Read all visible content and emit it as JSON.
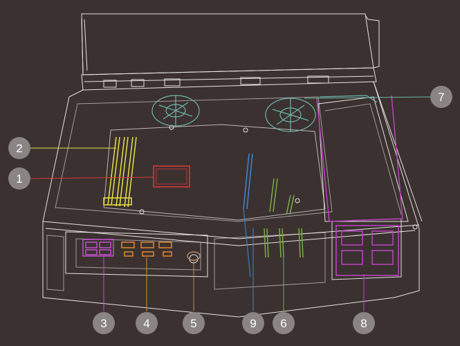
{
  "colors": {
    "background": "#3a3130",
    "outline": "#e8e4e2",
    "fan": "#6fb7ac",
    "badge": "#8a8483",
    "badge_text": "#ffffff"
  },
  "callouts": [
    {
      "label": "1",
      "color": "#e03a3a",
      "target": "cpu"
    },
    {
      "label": "2",
      "color": "#e9e142",
      "target": "dimm-slots"
    },
    {
      "label": "3",
      "color": "#c64fd0",
      "target": "io-usb-lan"
    },
    {
      "label": "4",
      "color": "#e7882c",
      "target": "io-video-ports"
    },
    {
      "label": "5",
      "color": "#b28a6a",
      "target": "power-button"
    },
    {
      "label": "6",
      "color": "#7fae43",
      "target": "pcie-slots"
    },
    {
      "label": "7",
      "color": "#6fb7ac",
      "target": "fans"
    },
    {
      "label": "8",
      "color": "#c042c4",
      "target": "power-supply"
    },
    {
      "label": "9",
      "color": "#3f86d6",
      "target": "pcie-x16-slot"
    }
  ]
}
